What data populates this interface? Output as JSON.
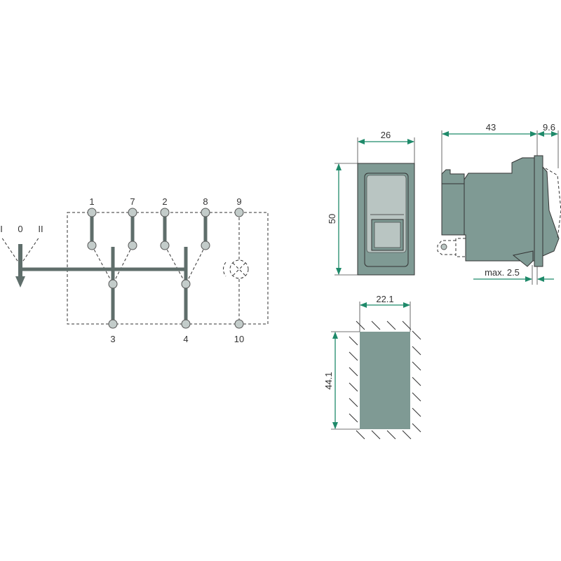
{
  "schematic": {
    "positions": [
      "I",
      "0",
      "II"
    ],
    "top_terminals": [
      "1",
      "7",
      "2",
      "8",
      "9"
    ],
    "bottom_terminals": [
      "3",
      "4",
      "10"
    ]
  },
  "front_view": {
    "width": "26",
    "height": "50"
  },
  "side_view": {
    "depth": "43",
    "rocker": "9.6",
    "panel": "max. 2.5"
  },
  "cutout": {
    "width": "22.1",
    "height": "44.1"
  },
  "colors": {
    "body": "#7f9a94",
    "dimension": "#1f8a6a",
    "node": "#c3ccca"
  }
}
